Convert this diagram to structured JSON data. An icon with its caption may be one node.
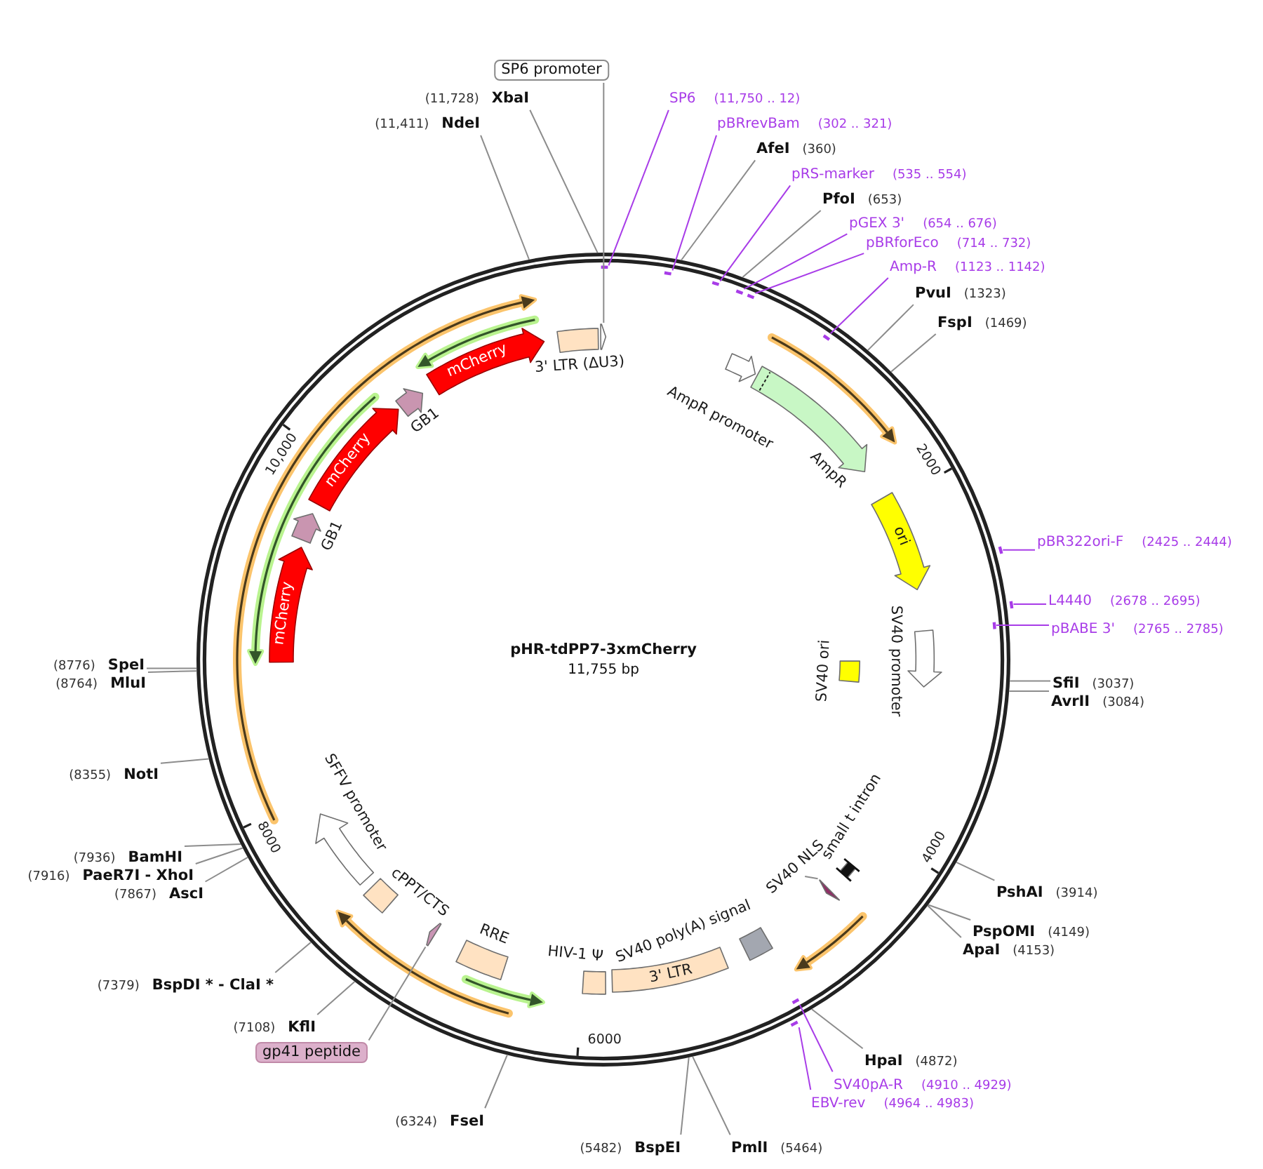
{
  "diagram": {
    "nodes": [
      {
        "text": [
          "pHR-tdPP7-3xmCherry",
          "11,755 bp"
        ]
      },
      {
        "text": [],
        "shape": "box",
        "beside": [
          "3' LTR (ΔU3)"
        ],
        "in": 0
      },
      {
        "text": [],
        "shape": "arrow",
        "in": 0
      },
      {
        "text": [],
        "shape": "arrow",
        "beside": [
          "AmpR promoter"
        ],
        "in": 0
      },
      {
        "text": [],
        "shape": "arrow",
        "beside": [
          "AmpR"
        ],
        "in": 0
      },
      {
        "text": [
          "ori"
        ],
        "in": 0
      },
      {
        "text": [],
        "shape": "arrow",
        "beside": [
          "SV40 promoter"
        ],
        "in": 0
      },
      {
        "text": [],
        "shape": "box",
        "beside": [
          "SV40 ori"
        ],
        "in": 0
      },
      {
        "text": [],
        "shape": "bar",
        "beside": [
          "small t intron"
        ],
        "in": 0
      },
      {
        "text": [],
        "shape": "arrow",
        "in": 0
      },
      {
        "text": [],
        "shape": "box",
        "beside": [
          "SV40 poly(A) signal"
        ],
        "in": 0
      },
      {
        "text": [
          "3' LTR"
        ],
        "in": 0
      },
      {
        "text": [],
        "shape": "box",
        "beside": [
          "HIV-1 Ψ"
        ],
        "in": 0
      },
      {
        "text": [],
        "shape": "box",
        "beside": [
          "RRE"
        ],
        "in": 0
      },
      {
        "text": [],
        "shape": "arrow",
        "in": 0
      },
      {
        "text": [],
        "shape": "box",
        "beside": [
          "cPPT/CTS"
        ],
        "in": 0
      },
      {
        "text": [],
        "shape": "arrow",
        "beside": [
          "SFFV promoter"
        ],
        "in": 0
      },
      {
        "text": [
          "mCherry"
        ],
        "in": 0
      },
      {
        "text": [],
        "shape": "arrow",
        "beside": [
          "GB1"
        ],
        "in": 0
      },
      {
        "text": [
          "mCherry"
        ],
        "in": 0
      },
      {
        "text": [],
        "shape": "arrow",
        "beside": [
          "GB1"
        ],
        "in": 0
      },
      {
        "text": [
          "mCherry"
        ],
        "in": 0
      },
      {
        "text": [
          "SV40 NLS"
        ],
        "in": 0
      },
      {
        "text": [],
        "shape": "bar",
        "in": 0
      },
      {
        "text": [],
        "shape": "bar",
        "in": 0
      },
      {
        "text": [],
        "shape": "bar",
        "in": 0
      },
      {
        "text": [],
        "shape": "bar",
        "in": 0
      },
      {
        "text": [],
        "shape": "bar",
        "in": 0
      },
      {
        "text": [],
        "shape": "bar",
        "in": 0
      },
      {
        "text": [],
        "shape": "bar"
      },
      {
        "text": [],
        "shape": "bar"
      },
      {
        "text": [],
        "shape": "bar",
        "in": 0
      },
      {
        "text": [],
        "shape": "bar",
        "in": 0
      },
      {
        "text": [],
        "shape": "bar"
      },
      {
        "text": [
          "SP6 promoter"
        ]
      },
      {
        "text": [
          "gp41 peptide"
        ]
      },
      {
        "text": [
          "SP6",
          "(11,750 .. 12)"
        ]
      },
      {
        "text": [
          "pBRrevBam",
          "(302 .. 321)"
        ]
      },
      {
        "text": [
          "AfeI",
          "(360)"
        ]
      },
      {
        "text": [
          "pRS-marker",
          "(535 .. 554)"
        ]
      },
      {
        "text": [
          "PfoI",
          "(653)"
        ]
      },
      {
        "text": [
          "pGEX 3'",
          "(654 .. 676)"
        ]
      },
      {
        "text": [
          "pBRforEco",
          "(714 .. 732)"
        ]
      },
      {
        "text": [
          "Amp-R",
          "(1123 .. 1142)"
        ]
      },
      {
        "text": [
          "PvuI",
          "(1323)"
        ]
      },
      {
        "text": [
          "FspI",
          "(1469)"
        ]
      },
      {
        "text": [
          "pBR322ori-F",
          "(2425 .. 2444)"
        ]
      },
      {
        "text": [
          "L4440",
          "(2678 .. 2695)"
        ]
      },
      {
        "text": [
          "pBABE 3'",
          "(2765 .. 2785)"
        ]
      },
      {
        "text": [
          "SfiI",
          "(3037)"
        ]
      },
      {
        "text": [
          "AvrII",
          "(3084)"
        ]
      },
      {
        "text": [
          "PshAI",
          "(3914)"
        ]
      },
      {
        "text": [
          "PspOMI",
          "(4149)"
        ]
      },
      {
        "text": [
          "ApaI",
          "(4153)"
        ]
      },
      {
        "text": [
          "HpaI",
          "(4872)"
        ]
      },
      {
        "text": [
          "SV40pA-R",
          "(4910 .. 4929)"
        ]
      },
      {
        "text": [
          "EBV-rev",
          "(4964 .. 4983)"
        ]
      },
      {
        "text": [
          "PmlI",
          "(5464)"
        ]
      },
      {
        "text": [
          "(5482)",
          "BspEI"
        ]
      },
      {
        "text": [
          "(6324)",
          "FseI"
        ]
      },
      {
        "text": [
          "(7108)",
          "KflI"
        ]
      },
      {
        "text": [
          "(7379)",
          "BspDI * - ClaI *"
        ]
      },
      {
        "text": [
          "(7867)",
          "AscI"
        ]
      },
      {
        "text": [
          "(7916)",
          "PaeR7I - XhoI"
        ]
      },
      {
        "text": [
          "(7936)",
          "BamHI"
        ]
      },
      {
        "text": [
          "(8355)",
          "NotI"
        ]
      },
      {
        "text": [
          "(8764)",
          "MluI"
        ]
      },
      {
        "text": [
          "(8776)",
          "SpeI"
        ]
      },
      {
        "text": [
          "(11,411)",
          "NdeI"
        ]
      },
      {
        "text": [
          "(11,728)",
          "XbaI"
        ]
      }
    ],
    "edges": [
      {
        "from": 22,
        "to": 9,
        "arrow": "none"
      },
      {
        "from": 34,
        "to": 2,
        "arrow": "none"
      },
      {
        "from": 35,
        "to": 14,
        "arrow": "none"
      },
      {
        "from": 36,
        "to": 23,
        "arrow": "none",
        "color": "#a83ce8"
      },
      {
        "from": 37,
        "to": 24,
        "arrow": "none",
        "color": "#a83ce8"
      },
      {
        "from": 38,
        "to": 0,
        "arrow": "none"
      },
      {
        "from": 39,
        "to": 25,
        "arrow": "none",
        "color": "#a83ce8"
      },
      {
        "from": 40,
        "to": 0,
        "arrow": "none"
      },
      {
        "from": 41,
        "to": 26,
        "arrow": "none",
        "color": "#a83ce8"
      },
      {
        "from": 42,
        "to": 27,
        "arrow": "none",
        "color": "#a83ce8"
      },
      {
        "from": 43,
        "to": 28,
        "arrow": "none",
        "color": "#a83ce8"
      },
      {
        "from": 44,
        "to": 0,
        "arrow": "none"
      },
      {
        "from": 45,
        "to": 0,
        "arrow": "none"
      },
      {
        "from": 46,
        "to": 29,
        "arrow": "none",
        "color": "#a83ce8"
      },
      {
        "from": 47,
        "to": 30,
        "arrow": "none",
        "color": "#a83ce8"
      },
      {
        "from": 48,
        "to": 31,
        "arrow": "none",
        "color": "#a83ce8"
      },
      {
        "from": 49,
        "to": 0,
        "arrow": "none"
      },
      {
        "from": 50,
        "to": 0,
        "arrow": "none"
      },
      {
        "from": 51,
        "to": 0,
        "arrow": "none"
      },
      {
        "from": 52,
        "to": 0,
        "arrow": "none"
      },
      {
        "from": 53,
        "to": 0,
        "arrow": "none"
      },
      {
        "from": 54,
        "to": 0,
        "arrow": "none"
      },
      {
        "from": 55,
        "to": 32,
        "arrow": "none",
        "color": "#a83ce8"
      },
      {
        "from": 56,
        "to": 33,
        "arrow": "none",
        "color": "#a83ce8"
      },
      {
        "from": 57,
        "to": 0,
        "arrow": "none"
      },
      {
        "from": 58,
        "to": 0,
        "arrow": "none"
      },
      {
        "from": 59,
        "to": 0,
        "arrow": "none"
      },
      {
        "from": 60,
        "to": 0,
        "arrow": "none"
      },
      {
        "from": 61,
        "to": 0,
        "arrow": "none"
      },
      {
        "from": 62,
        "to": 0,
        "arrow": "none"
      },
      {
        "from": 63,
        "to": 0,
        "arrow": "none"
      },
      {
        "from": 64,
        "to": 0,
        "arrow": "none"
      },
      {
        "from": 65,
        "to": 0,
        "arrow": "none"
      },
      {
        "from": 66,
        "to": 0,
        "arrow": "none"
      },
      {
        "from": 67,
        "to": 0,
        "arrow": "none"
      },
      {
        "from": 68,
        "to": 0,
        "arrow": "none"
      },
      {
        "from": 69,
        "to": 0,
        "arrow": "none"
      }
    ],
    "labels": [
      "2000",
      "4000",
      "6000",
      "8000",
      "10,000"
    ]
  }
}
